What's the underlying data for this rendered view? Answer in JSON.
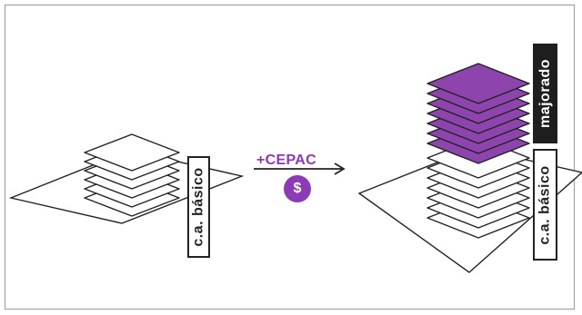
{
  "left": {
    "label": "c.a. básico"
  },
  "transition": {
    "cepac_label": "+CEPAC",
    "coin_symbol": "$",
    "coin_icon": "dollar-coin-icon"
  },
  "right": {
    "base_label": "c.a. básico",
    "extra_label": "majorado"
  },
  "colors": {
    "accent": "#8a3bb5",
    "stroke": "#222222",
    "plate_white": "#ffffff",
    "plate_purple": "#8e44ad"
  },
  "diagram": {
    "left_plate_count": 6,
    "right_white_count": 7,
    "right_purple_count": 7
  }
}
